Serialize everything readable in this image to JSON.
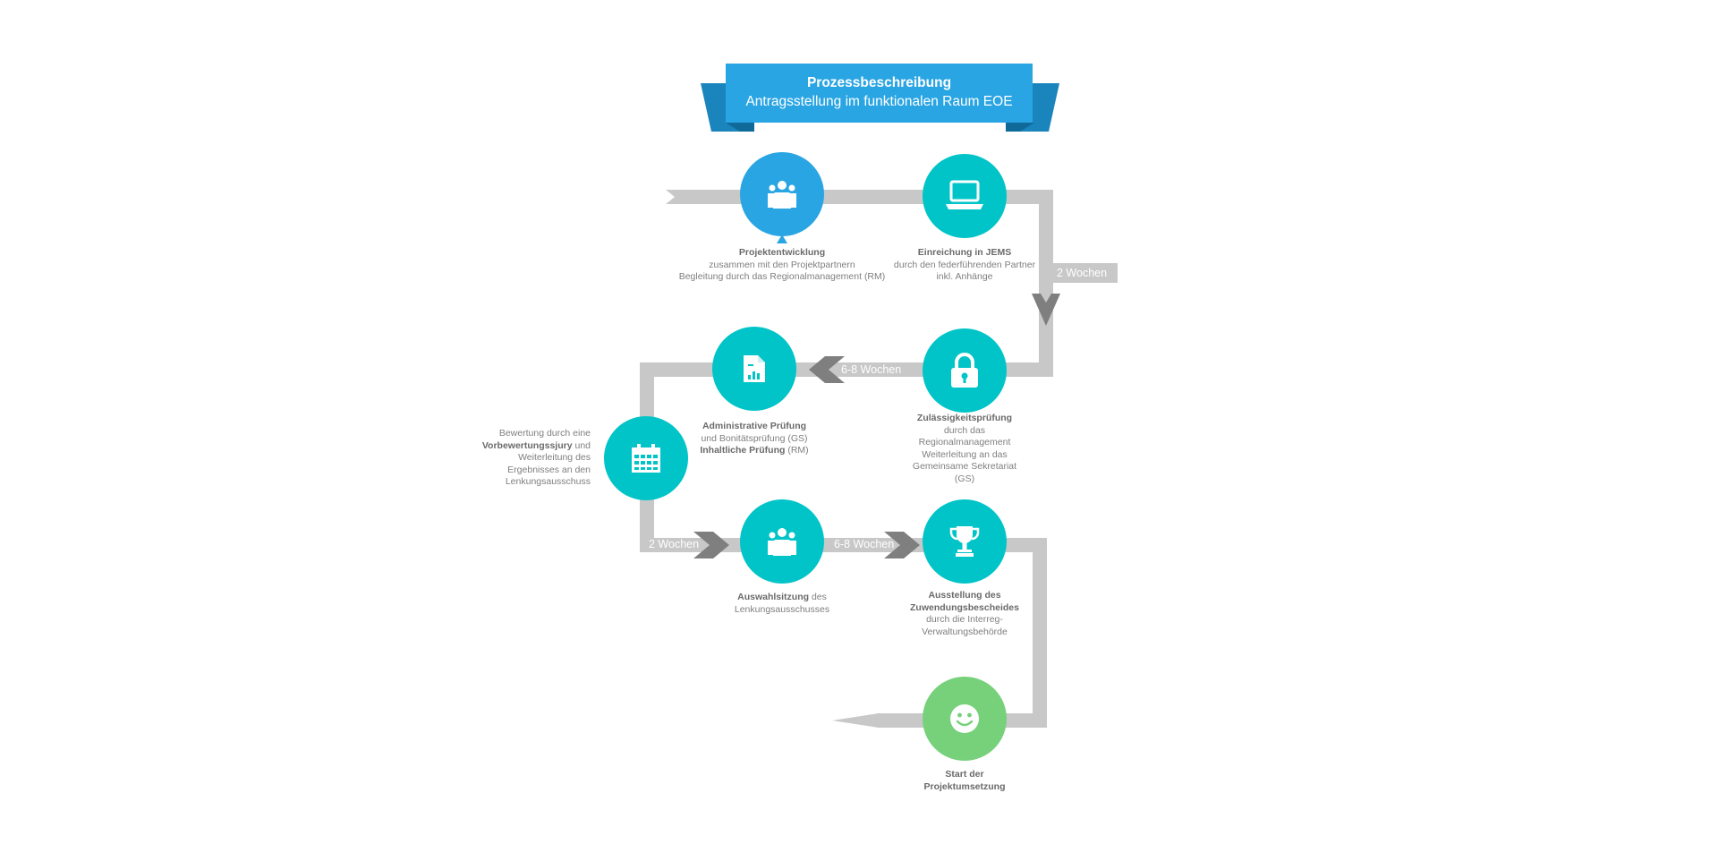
{
  "header": {
    "title": "Prozessbeschreibung",
    "subtitle": "Antragsstellung im funktionalen Raum EOE"
  },
  "colors": {
    "track": "#c8c8c8",
    "chevron": "#7f7f7f",
    "blue": "#2aa5e3",
    "blue_dark": "#1a84bd",
    "teal": "#00c4c8",
    "green": "#77d17a"
  },
  "steps": [
    {
      "id": "projektentwicklung",
      "icon": "people-icon",
      "color": "blue",
      "bold": "Projektentwicklung",
      "lines": [
        "zusammen mit den Projektpartnern",
        "Begleitung durch das Regionalmanagement (RM)"
      ]
    },
    {
      "id": "einreichung",
      "icon": "laptop-icon",
      "color": "teal",
      "bold": "Einreichung in JEMS",
      "lines": [
        "durch den federführenden Partner",
        "inkl. Anhänge"
      ]
    },
    {
      "id": "zulaessigkeit",
      "icon": "lock-icon",
      "color": "teal",
      "bold": "Zulässigkeitsprüfung",
      "lines": [
        "durch das",
        "Regionalmanagement",
        "Weiterleitung an das",
        "Gemeinsame Sekretariat",
        "(GS)"
      ]
    },
    {
      "id": "administrativ",
      "icon": "document-icon",
      "color": "teal",
      "bold1": "Administrative Prüfung",
      "line1": "und Bonitätsprüfung (GS)",
      "bold2": "Inhaltliche Prüfung",
      "line2": " (RM)"
    },
    {
      "id": "bewertung",
      "icon": "calendar-icon",
      "color": "teal",
      "line1": "Bewertung durch eine",
      "bold": "Vorbewertungssjury",
      "line2": " und",
      "lines": [
        "Weiterleitung des",
        "Ergebnisses an den",
        "Lenkungsausschuss"
      ]
    },
    {
      "id": "auswahlsitzung",
      "icon": "people-icon",
      "color": "teal",
      "bold": "Auswahlsitzung",
      "line1": " des",
      "lines": [
        "Lenkungsausschusses"
      ]
    },
    {
      "id": "ausstellung",
      "icon": "trophy-icon",
      "color": "teal",
      "bold_lines": [
        "Ausstellung des",
        "Zuwendungsbescheides"
      ],
      "lines": [
        "durch die Interreg-",
        "Verwaltungsbehörde"
      ]
    },
    {
      "id": "start",
      "icon": "smiley-icon",
      "color": "green",
      "bold_lines": [
        "Start der",
        "Projektumsetzung"
      ]
    }
  ],
  "durations": {
    "d1": "2 Wochen",
    "d2": "6-8 Wochen",
    "d3": "2 Wochen",
    "d4": "6-8 Wochen"
  }
}
